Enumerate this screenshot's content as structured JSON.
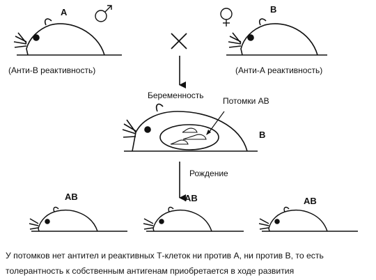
{
  "parents": {
    "left": {
      "letter": "A",
      "sex_symbol": "♂",
      "note": "(Анти-В реактивность)"
    },
    "right": {
      "letter": "B",
      "sex_symbol": "♀",
      "note": "(Анти-А реактивность)"
    },
    "cross_symbol": "×"
  },
  "pregnancy": {
    "label": "Беременность",
    "offspring_label": "Потомки АВ",
    "mother_letter": "B"
  },
  "birth": {
    "label": "Рождение"
  },
  "offspring": [
    {
      "letter": "AB"
    },
    {
      "letter": "AB"
    },
    {
      "letter": "AB"
    }
  ],
  "caption": {
    "line1": "У потомков нет антител и реактивных Т-клеток ни против А, ни против В, то есть",
    "line2": "толерантность к собственным антигенам приобретается в ходе развития"
  },
  "icons": [
    "male-symbol-icon",
    "female-symbol-icon",
    "cross-icon",
    "arrow-down-icon",
    "mouse-icon"
  ]
}
